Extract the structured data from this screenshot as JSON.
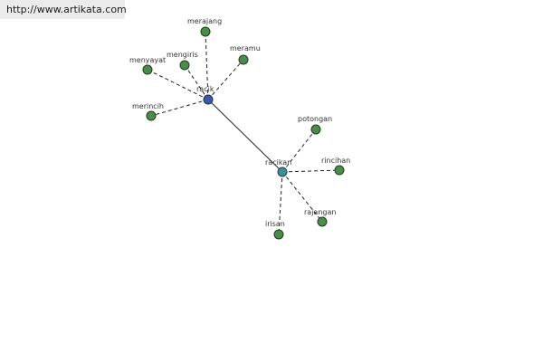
{
  "watermark": {
    "url": "http://www.artikata.com"
  },
  "colors": {
    "root_node": "#3a5aa8",
    "hub_node": "#3e8f96",
    "leaf_node": "#4e8a4b",
    "edge": "#222222"
  },
  "graph": {
    "root": {
      "id": "racik",
      "label": "racik"
    },
    "hub": {
      "id": "racikan",
      "label": "racikan"
    },
    "root_synonyms": [
      "merajang",
      "mengiris",
      "meramu",
      "menyayat",
      "merincih"
    ],
    "hub_synonyms": [
      "potongan",
      "rincihan",
      "rajangan",
      "irisan"
    ]
  }
}
